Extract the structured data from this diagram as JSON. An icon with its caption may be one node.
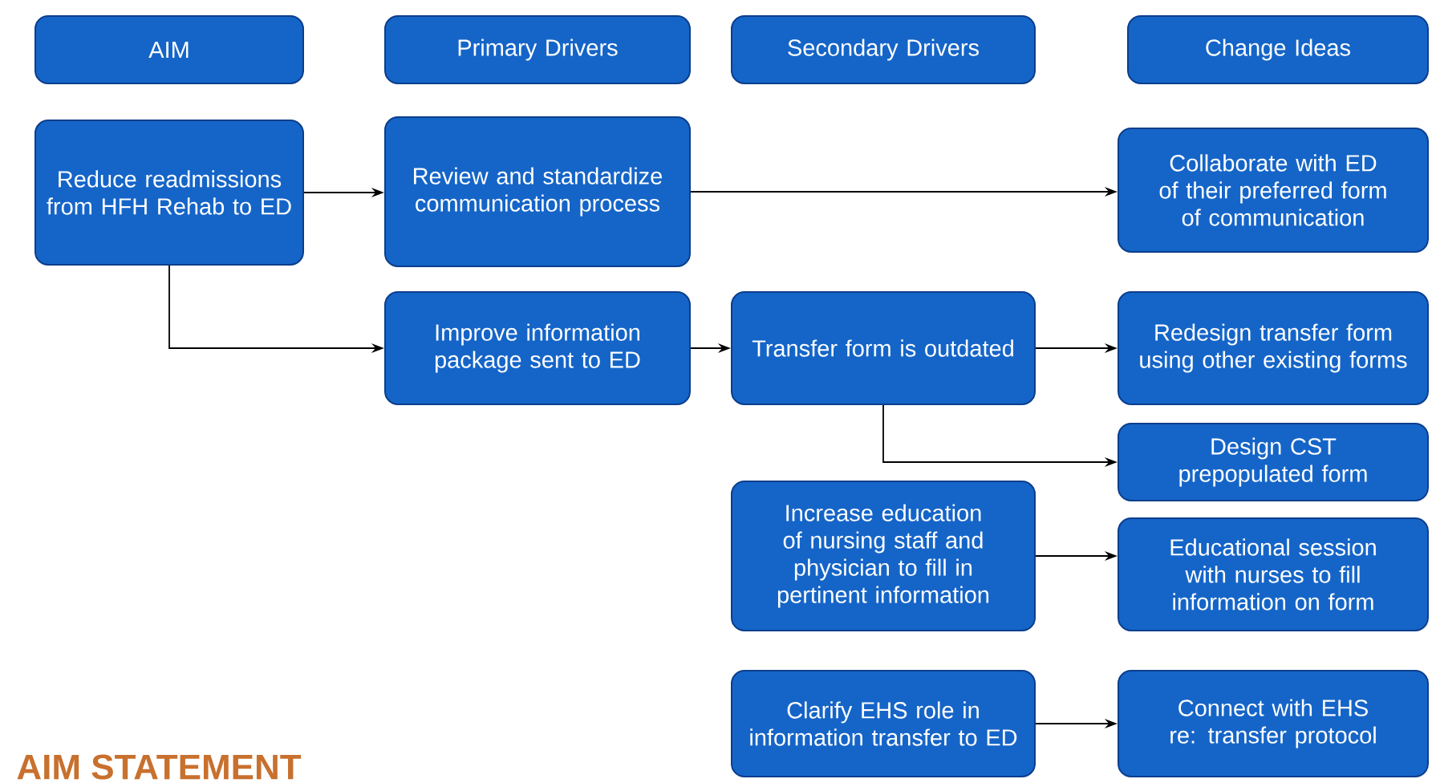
{
  "diagram": {
    "nodes": [
      {
        "text": [
          "AIM"
        ]
      },
      {
        "text": [
          "Primary Drivers"
        ]
      },
      {
        "text": [
          "Secondary Drivers"
        ]
      },
      {
        "text": [
          "Change Ideas"
        ]
      },
      {
        "text": [
          "Reduce readmissions from HFH Rehab to ED"
        ]
      },
      {
        "text": [
          "Review and standardize communication process"
        ]
      },
      {
        "text": [
          "Collaborate with ED of their preferred form of communication"
        ]
      },
      {
        "text": [
          "Improve information package sent to ED"
        ]
      },
      {
        "text": [
          "Transfer form is outdated"
        ]
      },
      {
        "text": [
          "Redesign transfer form using other existing forms"
        ]
      },
      {
        "text": [
          "Design CST prepopulated form"
        ]
      },
      {
        "text": [
          "Increase education of nursing staff and physician to fill in pertinent information"
        ]
      },
      {
        "text": [
          "Educational session with nurses to fill information on form"
        ]
      },
      {
        "text": [
          "Clarify EHS role in information transfer to ED"
        ]
      },
      {
        "text": [
          "Connect with EHS re: transfer protocol"
        ]
      }
    ],
    "edges": [
      {
        "from": 4,
        "to": 5,
        "arrow": "to"
      },
      {
        "from": 4,
        "to": 7,
        "arrow": "to"
      },
      {
        "from": 5,
        "to": 6,
        "arrow": "to"
      },
      {
        "from": 7,
        "to": 8,
        "arrow": "to"
      },
      {
        "from": 8,
        "to": 9,
        "arrow": "to"
      },
      {
        "from": 8,
        "to": 10,
        "arrow": "to"
      },
      {
        "from": 11,
        "to": 12,
        "arrow": "to"
      },
      {
        "from": 13,
        "to": 14,
        "arrow": "to"
      }
    ],
    "labels": [
      "AIM STATEMENT"
    ]
  }
}
